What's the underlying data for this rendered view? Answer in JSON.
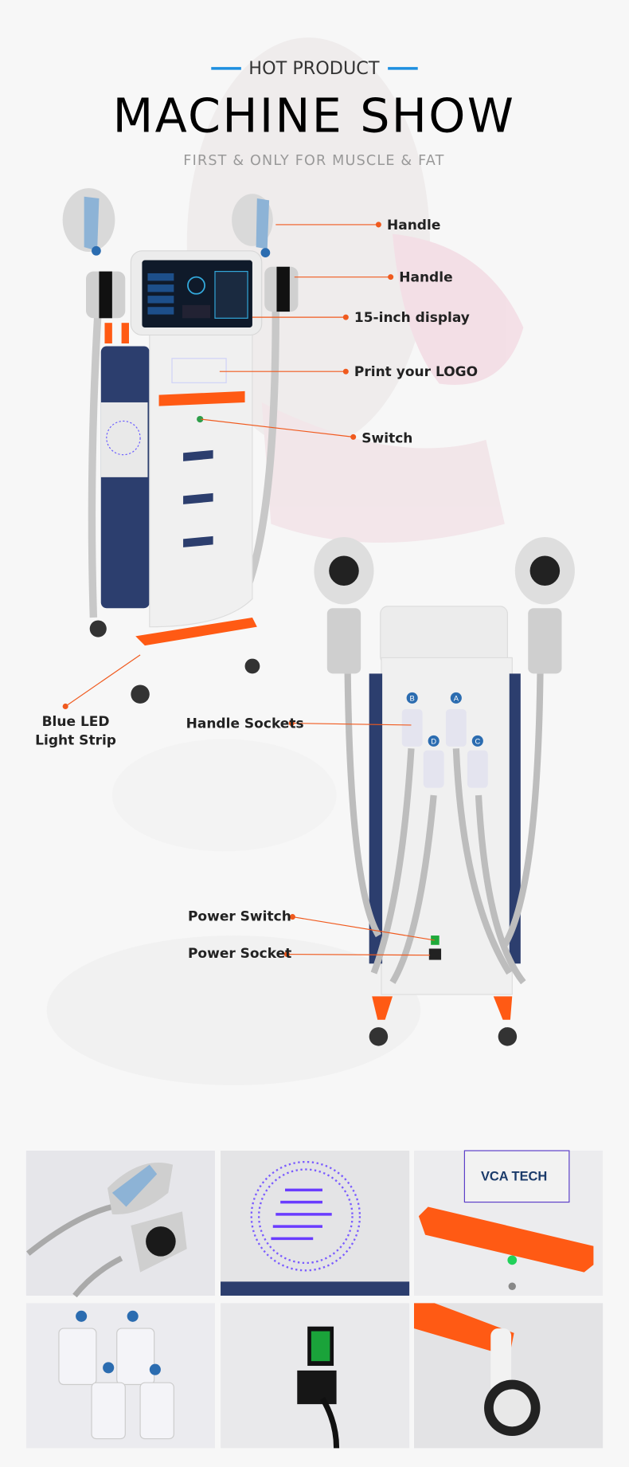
{
  "header": {
    "kicker": "HOT PRODUCT",
    "title": "MACHINE SHOW",
    "subtitle": "FIRST & ONLY FOR MUSCLE & FAT"
  },
  "colors": {
    "accent_blue": "#1e8fe0",
    "callout_orange": "#f05a1e",
    "handle_orange": "#ff5a14",
    "machine_navy": "#2c3e6e",
    "background": "#f7f7f7"
  },
  "callouts": {
    "handle_1": "Handle",
    "handle_2": "Handle",
    "display": "15-inch display",
    "logo": "Print your LOGO",
    "switch": "Switch",
    "led_line1": "Blue LED",
    "led_line2": "Light Strip",
    "handle_sockets": "Handle Sockets",
    "power_switch": "Power Switch",
    "power_socket": "Power Socket"
  },
  "product_marks": {
    "handle_letters": [
      "A",
      "B",
      "C",
      "D"
    ],
    "brand": "VCA TECH"
  },
  "detail_photos": [
    "handles",
    "blue-led-logo",
    "handle-bar-switch",
    "handle-sockets",
    "power-switch-socket",
    "caster-wheel"
  ]
}
